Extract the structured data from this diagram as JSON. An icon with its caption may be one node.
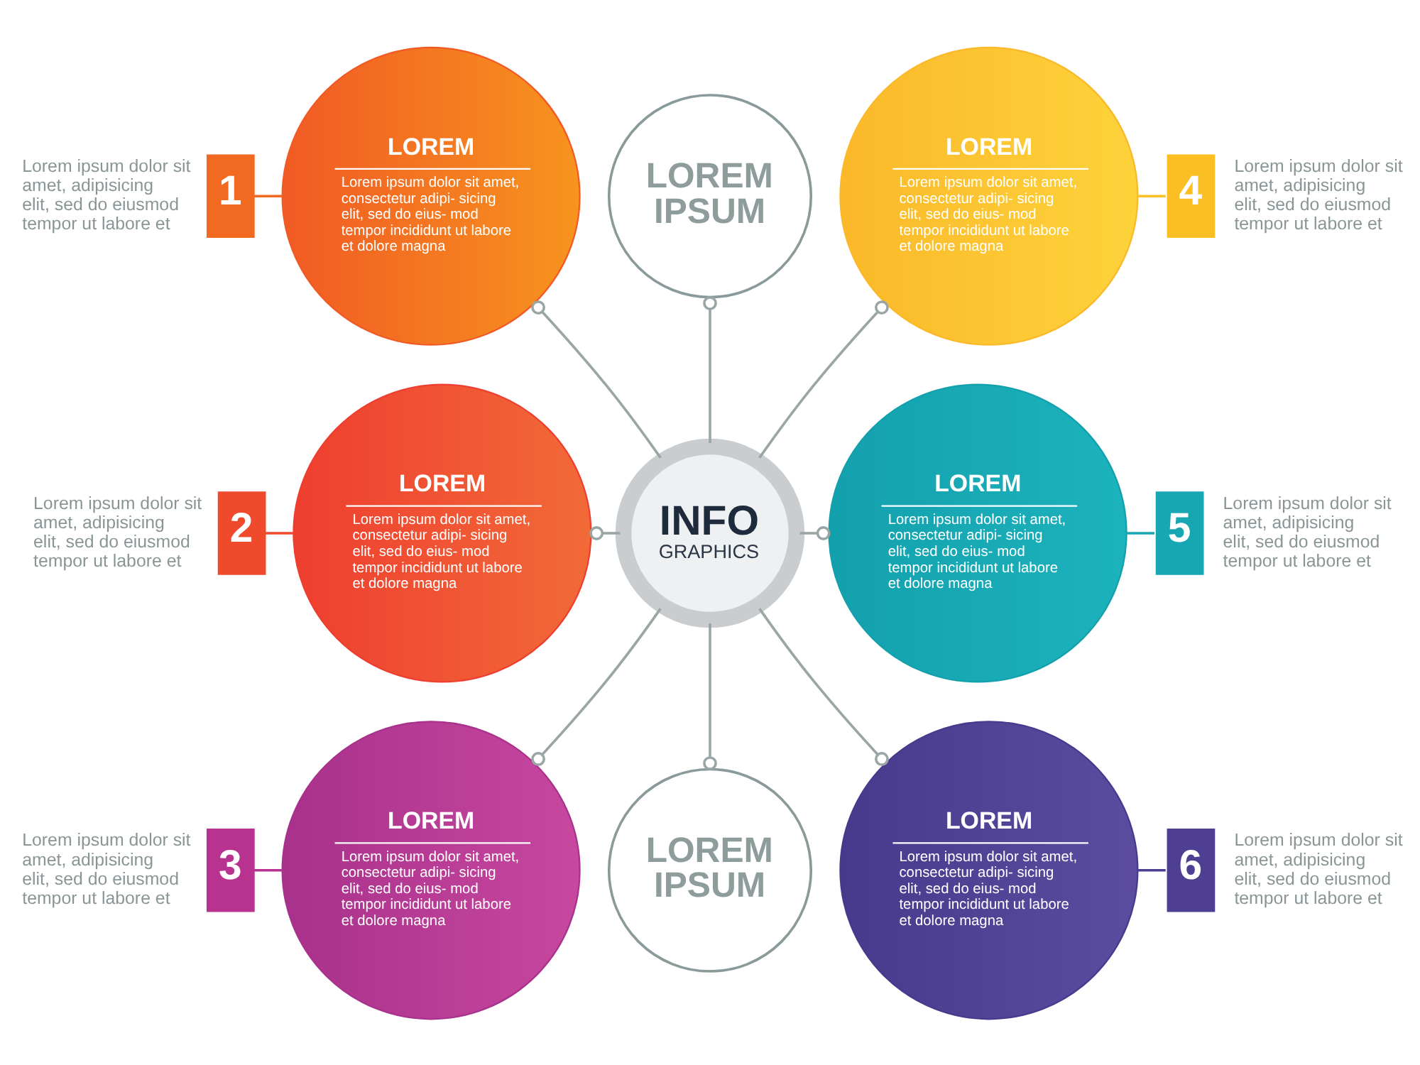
{
  "diagram": {
    "nodes": [
      {
        "text": [
          "1"
        ],
        "beside": [
          "Lorem ipsum dolor sit amet, adipisicing elit, sed do eiusmod tempor ut labore et"
        ]
      },
      {
        "text": [
          "LOREM",
          "Lorem ipsum dolor sit amet, consectetur adipi- sicing elit, sed do eius- mod tempor incididunt ut labore et dolore magna"
        ]
      },
      {
        "text": [
          "LOREM IPSUM"
        ]
      },
      {
        "text": [
          "LOREM",
          "Lorem ipsum dolor sit amet, consectetur adipi- sicing elit, sed do eius- mod tempor incididunt ut labore et dolore magna"
        ]
      },
      {
        "text": [
          "4"
        ],
        "beside": [
          "Lorem ipsum dolor sit amet, adipisicing elit, sed do eiusmod tempor ut labore et"
        ]
      },
      {
        "text": [
          "2"
        ],
        "beside": [
          "Lorem ipsum dolor sit amet, adipisicing elit, sed do eiusmod tempor ut labore et"
        ]
      },
      {
        "text": [
          "LOREM",
          "Lorem ipsum dolor sit amet, consectetur adipi- sicing elit, sed do eius- mod tempor incididunt ut labore et dolore magna"
        ]
      },
      {
        "text": [
          "INFO",
          "GRAPHICS"
        ]
      },
      {
        "text": [
          "LOREM",
          "Lorem ipsum dolor sit amet, consectetur adipi- sicing elit, sed do eius- mod tempor incididunt ut labore et dolore magna"
        ]
      },
      {
        "text": [
          "5"
        ],
        "beside": [
          "Lorem ipsum dolor sit amet, adipisicing elit, sed do eiusmod tempor ut labore et"
        ]
      },
      {
        "text": [
          "3"
        ],
        "beside": [
          "Lorem ipsum dolor sit amet, adipisicing elit, sed do eiusmod tempor ut labore et"
        ]
      },
      {
        "text": [
          "LOREM",
          "Lorem ipsum dolor sit amet, consectetur adipi- sicing elit, sed do eius- mod tempor incididunt ut labore et dolore magna"
        ]
      },
      {
        "text": [
          "LOREM IPSUM"
        ]
      },
      {
        "text": [
          "LOREM",
          "Lorem ipsum dolor sit amet, consectetur adipi- sicing elit, sed do eius- mod tempor incididunt ut labore et dolore magna"
        ]
      },
      {
        "text": [
          "6"
        ],
        "beside": [
          "Lorem ipsum dolor sit amet, adipisicing elit, sed do eiusmod tempor ut labore et"
        ]
      }
    ],
    "edges": [
      {
        "from": 7,
        "to": 1,
        "arrow": "other"
      },
      {
        "from": 7,
        "to": 2,
        "arrow": "other"
      },
      {
        "from": 7,
        "to": 3,
        "arrow": "other"
      },
      {
        "from": 7,
        "to": 6,
        "arrow": "other"
      },
      {
        "from": 7,
        "to": 8,
        "arrow": "other"
      },
      {
        "from": 7,
        "to": 11,
        "arrow": "other"
      },
      {
        "from": 7,
        "to": 12,
        "arrow": "other"
      },
      {
        "from": 7,
        "to": 13,
        "arrow": "other"
      },
      {
        "from": 0,
        "to": 1,
        "arrow": "none",
        "color": "#f26a21"
      },
      {
        "from": 3,
        "to": 4,
        "arrow": "none",
        "color": "#fbbf24"
      },
      {
        "from": 5,
        "to": 6,
        "arrow": "none",
        "color": "#ef4a2c"
      },
      {
        "from": 8,
        "to": 9,
        "arrow": "none",
        "color": "#17a7b3"
      },
      {
        "from": 10,
        "to": 11,
        "arrow": "none",
        "color": "#b8338f"
      },
      {
        "from": 13,
        "to": 14,
        "arrow": "none",
        "color": "#4e3f92"
      }
    ]
  }
}
